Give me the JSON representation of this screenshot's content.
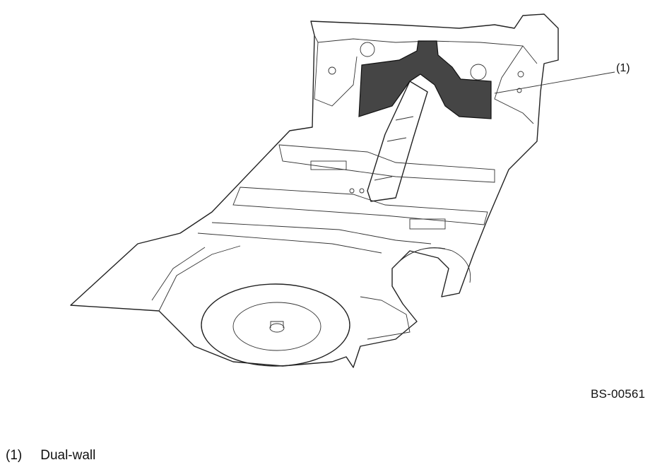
{
  "callout": {
    "number": "(1)"
  },
  "figure_code": "BS-00561",
  "legend": [
    {
      "number": "(1)",
      "text": "Dual-wall"
    }
  ]
}
